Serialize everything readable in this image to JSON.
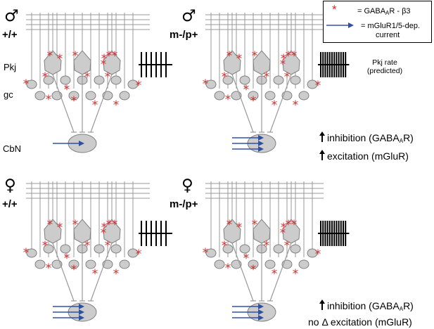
{
  "panels": [
    {
      "id": "male-wt",
      "symbol": "♂",
      "genotype": "+/+",
      "ticks": 6,
      "ticks_label": "",
      "cbn_arrows": 1
    },
    {
      "id": "male-mut",
      "symbol": "♂",
      "genotype": "m-/p+",
      "ticks": 12,
      "ticks_label": "Pkj rate (predicted)",
      "cbn_arrows": 3
    },
    {
      "id": "female-wt",
      "symbol": "♀",
      "genotype": "+/+",
      "ticks": 6,
      "ticks_label": "",
      "cbn_arrows": 3
    },
    {
      "id": "female-mut",
      "symbol": "♀",
      "genotype": "m-/p+",
      "ticks": 12,
      "ticks_label": "",
      "cbn_arrows": 3
    }
  ],
  "row_labels": {
    "pkj": "Pkj",
    "gc": "gc",
    "cbn": "CbN"
  },
  "pkj_rate": {
    "line1": "Pkj rate",
    "line2": "(predicted)"
  },
  "legend": {
    "star_text_pre": "= GABA",
    "star_text_sub": "A",
    "star_text_post": "R - β3",
    "arrow_text_line1": "= mGluR1/5-dep.",
    "arrow_text_line2": "current"
  },
  "male_annotations": {
    "inhibition_pre": "inhibition (GABA",
    "inhibition_sub": "A",
    "inhibition_post": "R)",
    "excitation": "excitation (mGluR)"
  },
  "female_annotations": {
    "inhibition_pre": "inhibition (GABA",
    "inhibition_sub": "A",
    "inhibition_post": "R)",
    "excitation": "no Δ excitation (mGluR)"
  },
  "colors": {
    "cell_fill": "#cccccc",
    "cell_stroke": "#808080",
    "star": "#e8202a",
    "arrow": "#3050a0",
    "line": "#999999"
  }
}
